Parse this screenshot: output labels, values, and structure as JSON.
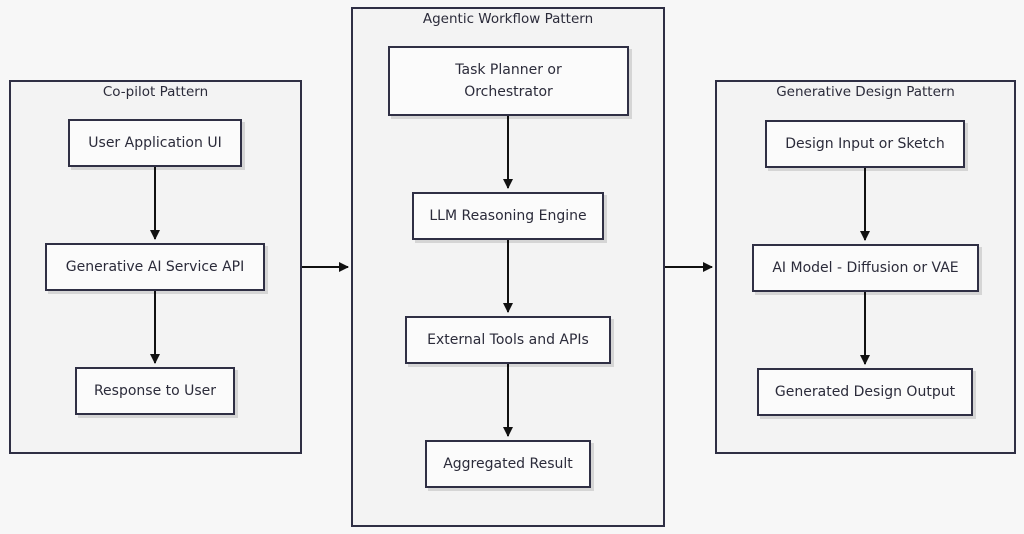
{
  "groups": {
    "copilot": {
      "title": "Co-pilot Pattern",
      "nodes": [
        "User Application UI",
        "Generative AI Service API",
        "Response to User"
      ]
    },
    "agentic": {
      "title": "Agentic Workflow Pattern",
      "nodes": [
        "Task Planner or Orchestrator",
        "LLM Reasoning Engine",
        "External Tools and APIs",
        "Aggregated Result"
      ]
    },
    "generative": {
      "title": "Generative Design Pattern",
      "nodes": [
        "Design Input or Sketch",
        "AI Model - Diffusion or VAE",
        "Generated Design Output"
      ]
    }
  },
  "colors": {
    "stroke": "#2f2f44",
    "arrow": "#111111",
    "group_fill": "#f3f3f3",
    "node_fill": "#fbfbfb"
  }
}
